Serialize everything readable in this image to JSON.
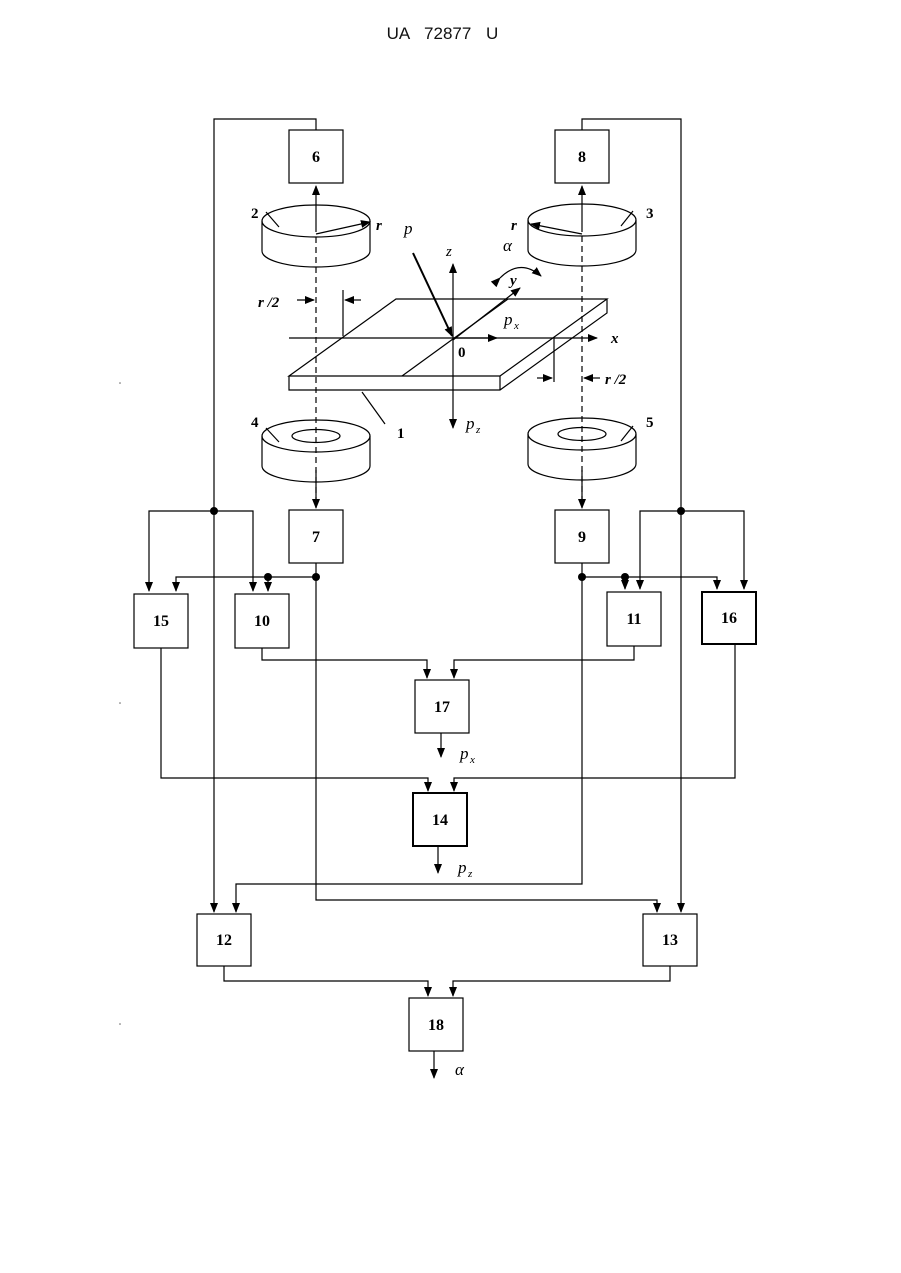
{
  "header": {
    "text": "UA   72877   U"
  },
  "blocks": [
    {
      "id": "6",
      "label": "6"
    },
    {
      "id": "8",
      "label": "8"
    },
    {
      "id": "7",
      "label": "7"
    },
    {
      "id": "9",
      "label": "9"
    },
    {
      "id": "15",
      "label": "15"
    },
    {
      "id": "10",
      "label": "10"
    },
    {
      "id": "11",
      "label": "11"
    },
    {
      "id": "16",
      "label": "16"
    },
    {
      "id": "17",
      "label": "17"
    },
    {
      "id": "14",
      "label": "14"
    },
    {
      "id": "12",
      "label": "12"
    },
    {
      "id": "13",
      "label": "13"
    },
    {
      "id": "18",
      "label": "18"
    }
  ],
  "parts": {
    "plate": "1",
    "coil_top_left": "2",
    "coil_top_right": "3",
    "ring_bottom_left": "4",
    "ring_bottom_right": "5"
  },
  "symbols": {
    "r": "r",
    "r_half": "r /2",
    "p": "p",
    "alpha": "α",
    "z": "z",
    "y": "y",
    "x": "x",
    "origin": "0",
    "px_base": "p",
    "px_sub": "x",
    "pz_base": "p",
    "pz_sub": "z"
  }
}
